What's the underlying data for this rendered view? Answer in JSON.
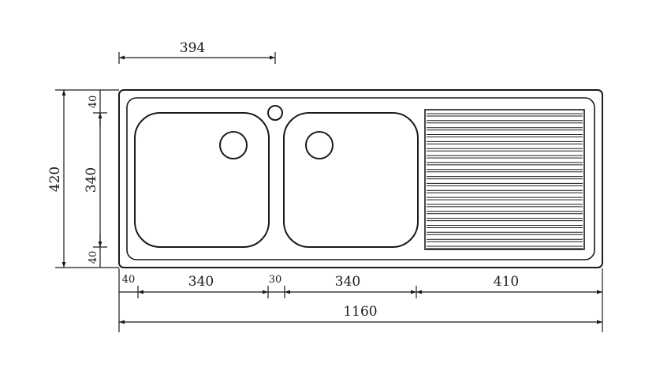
{
  "drawing": {
    "dimensions": {
      "top_offset": "394",
      "overall_height": "420",
      "bowl_height": "340",
      "top_margin": "40",
      "bottom_margin": "40",
      "left_margin": "40",
      "left_bowl_width": "340",
      "bowl_gap": "30",
      "right_bowl_width": "340",
      "drainer_width": "410",
      "overall_width": "1160"
    },
    "colors": {
      "line": "#1a1a1a",
      "background": "#ffffff"
    }
  }
}
